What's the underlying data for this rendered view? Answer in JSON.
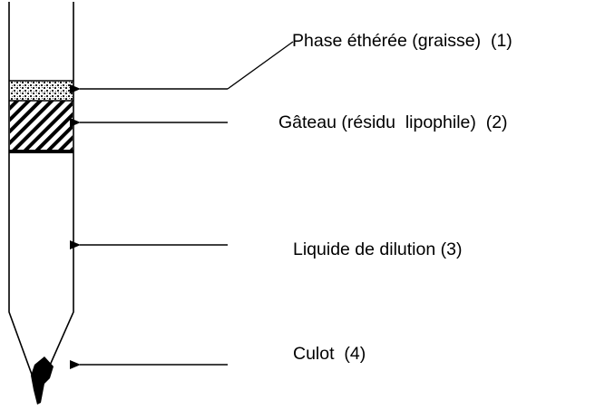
{
  "labels": {
    "fat_phase": "Phase éthérée (graisse)  (1)",
    "cake": "Gâteau (résidu  lipophile)  (2)",
    "dilution_liquid": "Liquide de dilution (3)",
    "pellet": "Culot  (4)"
  },
  "colors": {
    "ink": "#000000",
    "background": "#ffffff"
  }
}
